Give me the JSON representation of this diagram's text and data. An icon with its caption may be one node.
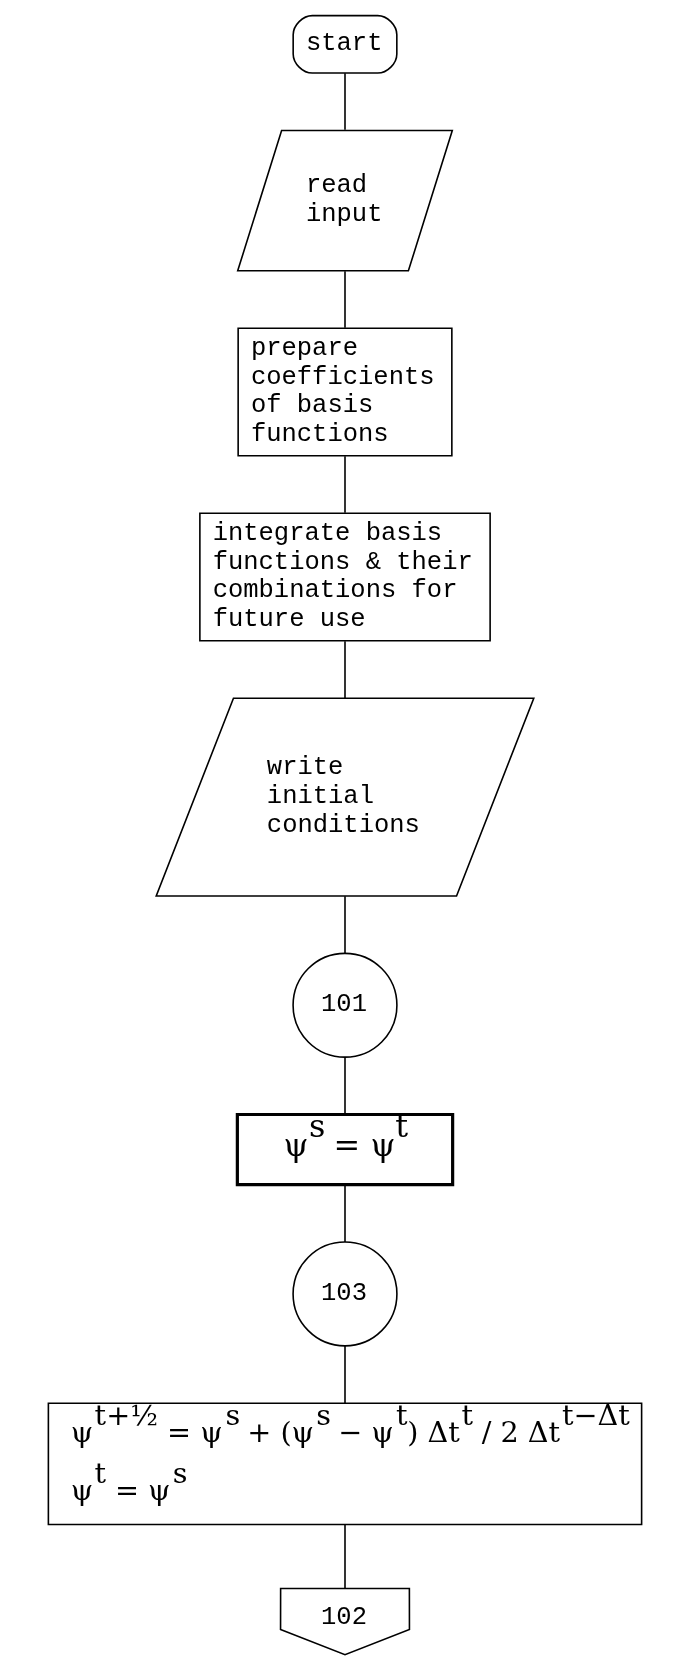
{
  "diagram": {
    "nodes": [
      {
        "text": [
          "start"
        ]
      },
      {
        "text": [
          "read input"
        ]
      },
      {
        "text": [
          "prepare coefficients of basis functions"
        ]
      },
      {
        "text": [
          "integrate basis functions & their combinations for future use"
        ]
      },
      {
        "text": [
          "write initial conditions"
        ]
      },
      {
        "text": [
          "101"
        ]
      },
      {
        "text": [
          "ψ$^{s}$ = ψ$^{t}$"
        ]
      },
      {
        "text": [
          "103"
        ]
      },
      {
        "text": [
          "ψ$^{t+½}$ = ψ$^{s}$ + (ψ$^{s}$ − ψ$^{t}$) Δt$^{t}$ / 2 Δt$^{t−Δt}$",
          "ψ$^{t}$ = ψ$^{s}$"
        ]
      },
      {
        "text": [
          "102"
        ]
      }
    ],
    "edges": [
      {
        "from": 0,
        "to": 1,
        "arrow": "none"
      },
      {
        "from": 1,
        "to": 2,
        "arrow": "none"
      },
      {
        "from": 2,
        "to": 3,
        "arrow": "none"
      },
      {
        "from": 3,
        "to": 4,
        "arrow": "none"
      },
      {
        "from": 4,
        "to": 5,
        "arrow": "none"
      },
      {
        "from": 5,
        "to": 6,
        "arrow": "none"
      },
      {
        "from": 6,
        "to": 7,
        "arrow": "none"
      },
      {
        "from": 7,
        "to": 8,
        "arrow": "none"
      },
      {
        "from": 8,
        "to": 9,
        "arrow": "none"
      }
    ]
  }
}
